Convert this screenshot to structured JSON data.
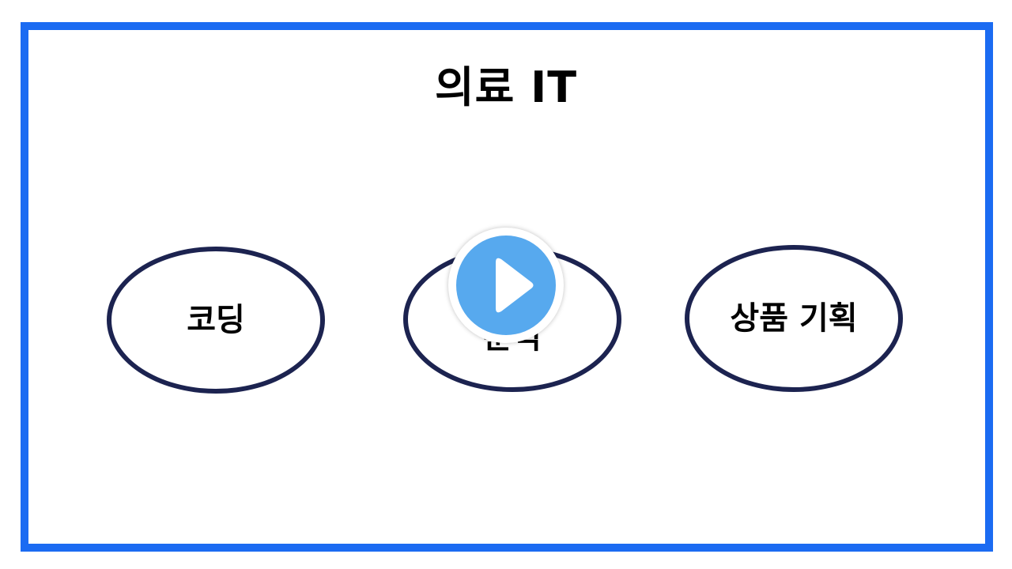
{
  "slide": {
    "title": "의료 IT",
    "frame_color": "#1b6bf2",
    "bubbles": [
      {
        "label": "코딩"
      },
      {
        "label": "데이터\n분석"
      },
      {
        "label": "상품 기획"
      }
    ]
  },
  "player": {
    "play_icon": "play-icon",
    "accent_color": "#57a9ee"
  }
}
